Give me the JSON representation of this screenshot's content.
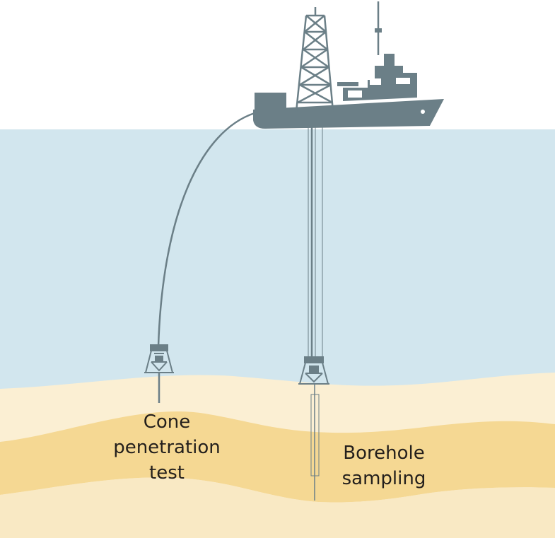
{
  "labels": {
    "cone_penetration_test": [
      "Cone",
      "penetration",
      "test"
    ],
    "borehole_sampling": [
      "Borehole",
      "sampling"
    ]
  },
  "colors": {
    "sea": "#d2e6ee",
    "sand_light": "#f8e6bb",
    "sand_pale": "#fbefd3",
    "sand_band": "#f5d893",
    "sand_bottom": "#f9e9c4",
    "vessel": "#6b7f87",
    "text": "#231f1c"
  },
  "icons": {
    "vessel": "drilling-ship-icon",
    "cpt_frame": "seabed-frame-icon",
    "drill_frame": "seabed-frame-icon"
  }
}
